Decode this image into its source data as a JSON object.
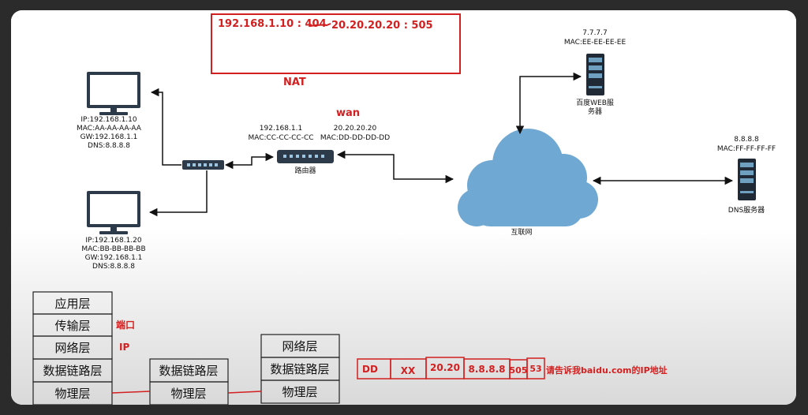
{
  "nat": {
    "mapping_left": "192.168.1.10 : 404",
    "mapping_right": "20.20.20.20 : 505",
    "label": "NAT"
  },
  "wan_label": "wan",
  "web_server": {
    "ip": "7.7.7.7",
    "mac": "MAC:EE-EE-EE-EE",
    "name_line1": "百度WEB服",
    "name_line2": "务器"
  },
  "dns_server": {
    "ip": "8.8.8.8",
    "mac": "MAC:FF-FF-FF-FF",
    "name": "DNS服务器"
  },
  "router": {
    "lan_ip": "192.168.1.1",
    "lan_mac": "MAC:CC-CC-CC-CC",
    "wan_ip": "20.20.20.20",
    "wan_mac": "MAC:DD-DD-DD-DD",
    "name": "路由器"
  },
  "internet_label": "互联网",
  "pc1": {
    "ip": "IP:192.168.1.10",
    "mac": "MAC:AA-AA-AA-AA",
    "gw": "GW:192.168.1.1",
    "dns": "DNS:8.8.8.8"
  },
  "pc2": {
    "ip": "IP:192.168.1.20",
    "mac": "MAC:BB-BB-BB-BB",
    "gw": "GW:192.168.1.1",
    "dns": "DNS:8.8.8.8"
  },
  "stack_host": [
    "应用层",
    "传输层",
    "网络层",
    "数据链路层",
    "物理层"
  ],
  "stack_annotations": {
    "transport": "端口",
    "network": "IP"
  },
  "stack_switch": [
    "数据链路层",
    "物理层"
  ],
  "stack_router": [
    "网络层",
    "数据链路层",
    "物理层"
  ],
  "packet": {
    "fields": [
      "DD",
      "XX",
      "20.20",
      "8.8.8.8",
      "505",
      "53"
    ],
    "payload": "请告诉我baidu.com的IP地址"
  },
  "colors": {
    "cloud": "#6fa8d3",
    "accent_red": "#d21f1f",
    "device_dark": "#2d3a4a"
  }
}
